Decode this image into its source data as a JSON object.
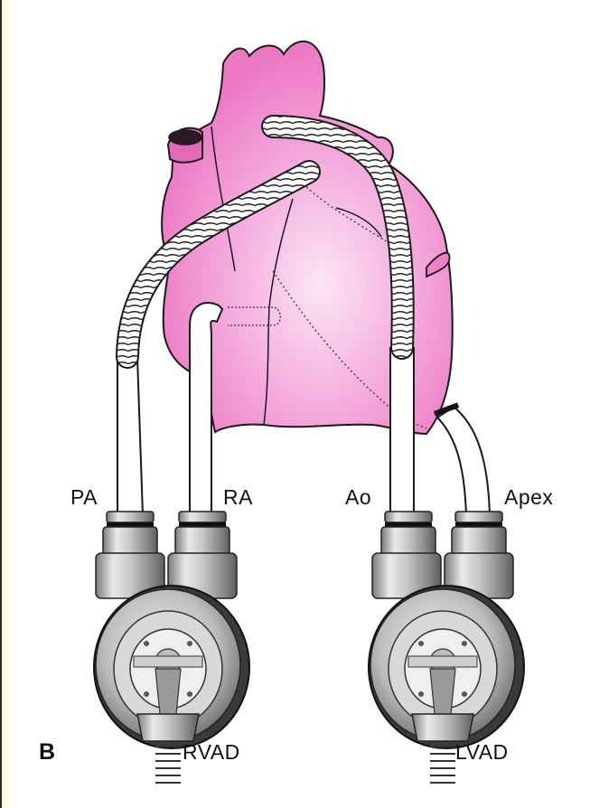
{
  "figure": {
    "panel_letter": "B",
    "labels": {
      "pa": "PA",
      "ra": "RA",
      "ao": "Ao",
      "apex": "Apex",
      "rvad": "RVAD",
      "lvad": "LVAD"
    }
  },
  "colors": {
    "heart_pink": "#ef7fc6",
    "heart_light": "#fbe3f4",
    "device_metal": "#b9b9b9",
    "background": "#ffffff"
  },
  "icons": [
    "heart-illustration",
    "rvad-pump-icon",
    "lvad-pump-icon"
  ]
}
